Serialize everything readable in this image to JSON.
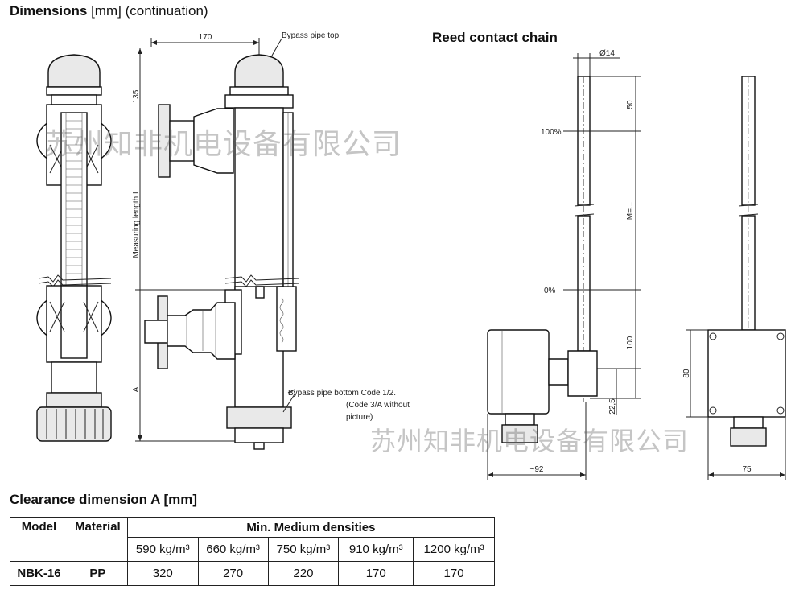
{
  "headings": {
    "dimensions_bold": "Dimensions",
    "dimensions_rest": " [mm] (continuation)",
    "reed_contact_chain": "Reed contact chain",
    "clearance": "Clearance dimension A [mm]"
  },
  "drawing_labels": {
    "dim_170": "170",
    "dim_135": "135",
    "bypass_top": "Bypass pipe top",
    "measuring_length": "Measuring length L",
    "dim_a": "A",
    "bypass_bottom_1": "Bypass pipe bottom Code 1/2.",
    "bypass_bottom_2": "(Code 3/A without",
    "bypass_bottom_3": "picture)",
    "dia_14": "Ø14",
    "dim_50": "50",
    "pct_100": "100%",
    "m_eq": "M=...",
    "pct_0": "0%",
    "dim_100": "100",
    "dim_22_5": "22,5",
    "dim_92": "~92",
    "dim_80": "80",
    "dim_75": "75"
  },
  "watermark": {
    "text_1": "苏州知非机电设备有限公司",
    "text_2": "苏州知非机电设备有限公司"
  },
  "table": {
    "headers": {
      "model": "Model",
      "material": "Material",
      "densities": "Min. Medium densities"
    },
    "density_columns": [
      "590 kg/m³",
      "660 kg/m³",
      "750 kg/m³",
      "910 kg/m³",
      "1200 kg/m³"
    ],
    "rows": [
      {
        "model": "NBK-16",
        "material": "PP",
        "values": [
          "320",
          "270",
          "220",
          "170",
          "170"
        ]
      }
    ]
  }
}
